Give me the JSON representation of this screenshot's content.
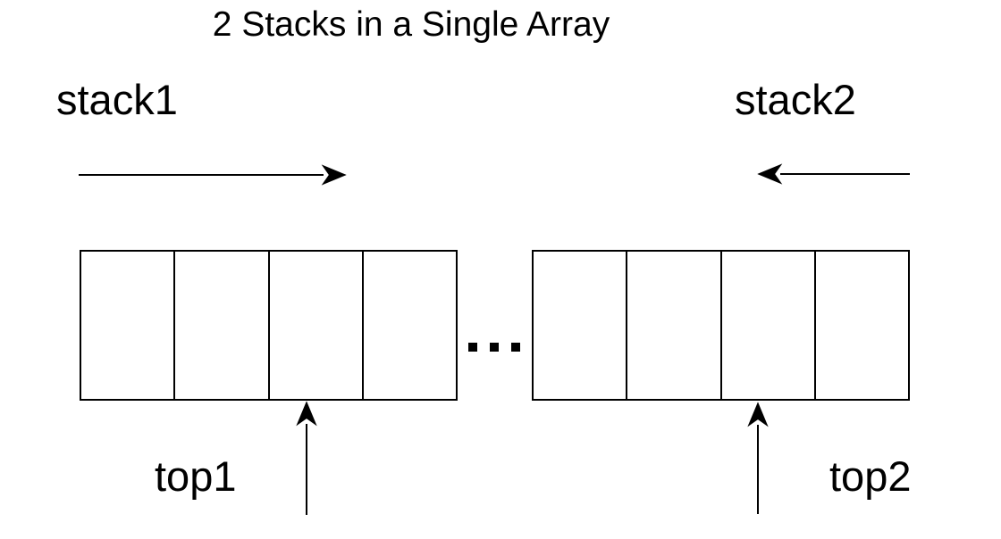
{
  "title": "2 Stacks in a Single Array",
  "colors": {
    "line": "#000000",
    "text": "#000000",
    "background": "#ffffff"
  },
  "stack1": {
    "label": "stack1",
    "growth_direction": "right",
    "top_pointer_label": "top1"
  },
  "stack2": {
    "label": "stack2",
    "growth_direction": "left",
    "top_pointer_label": "top2"
  },
  "array": {
    "left_segment_cells": 4,
    "right_segment_cells": 4,
    "ellipsis": "..."
  }
}
